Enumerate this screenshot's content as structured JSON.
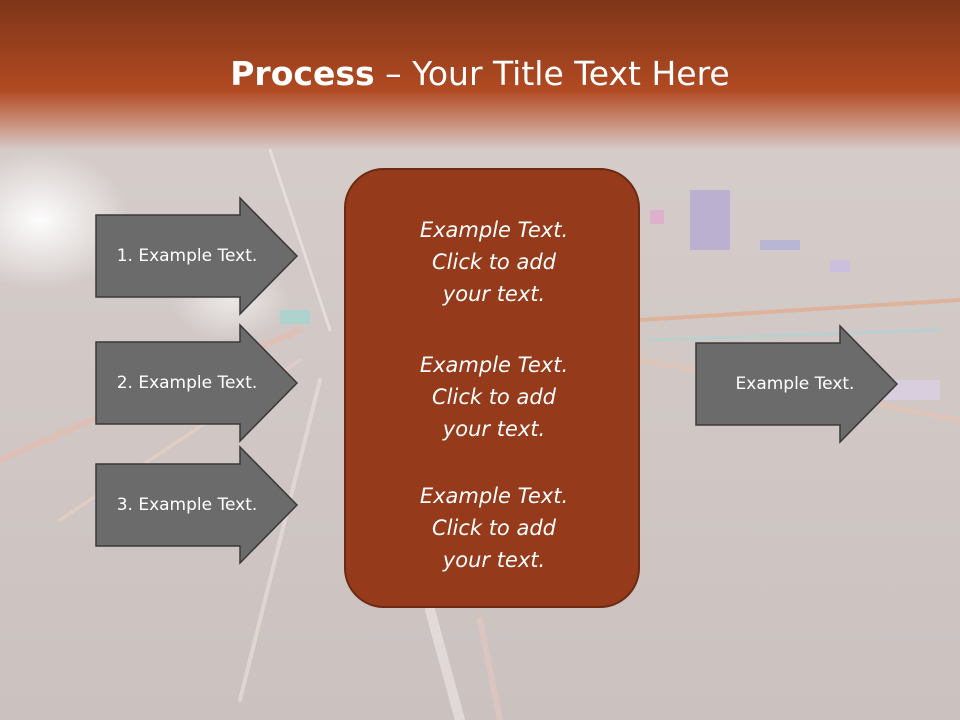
{
  "title": {
    "bold": "Process",
    "rest": " – Your Title Text Here"
  },
  "left_arrows": [
    {
      "label": "1. Example Text."
    },
    {
      "label": "2. Example Text."
    },
    {
      "label": "3. Example Text."
    }
  ],
  "center_box": {
    "blocks": [
      {
        "line1": "Example Text.",
        "line2": "Click  to add",
        "line3": "your text."
      },
      {
        "line1": "Example Text.",
        "line2": "Click  to add",
        "line3": "your text."
      },
      {
        "line1": "Example Text.",
        "line2": "Click  to add",
        "line3": "your text."
      }
    ]
  },
  "right_arrow": {
    "label": "Example Text."
  },
  "colors": {
    "title_band": "#b14a22",
    "center_box": "#953a1b",
    "arrow_fill": "#6b6b6b",
    "arrow_border": "#3a3a3a"
  }
}
